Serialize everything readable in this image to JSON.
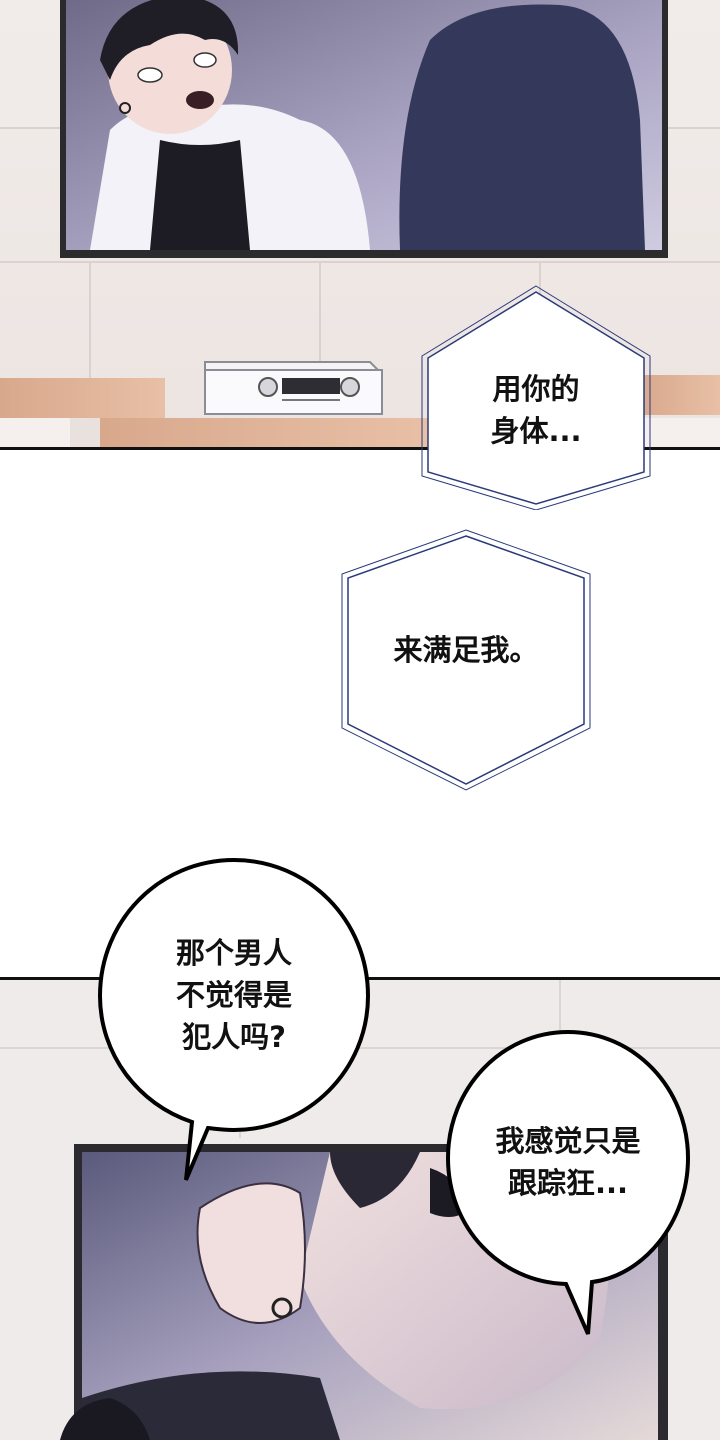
{
  "comic": {
    "panels": [
      {
        "id": "tv-room"
      },
      {
        "id": "white-gap"
      },
      {
        "id": "tv-closeup"
      }
    ],
    "bubbles": [
      {
        "id": "thought-1",
        "style": "whisper-hexagon",
        "text": "用你的\n身体..."
      },
      {
        "id": "thought-2",
        "style": "whisper-hexagon",
        "text": "来满足我。"
      },
      {
        "id": "speech-1",
        "style": "round",
        "text": "那个男人\n不觉得是\n犯人吗?"
      },
      {
        "id": "speech-2",
        "style": "round",
        "text": "我感觉只是\n跟踪狂..."
      }
    ],
    "colors": {
      "wall": "#efe9e6",
      "tv_frame": "#2b2b2e",
      "whisper_stroke": "#2a3a7a",
      "bubble_stroke": "#000000"
    }
  }
}
